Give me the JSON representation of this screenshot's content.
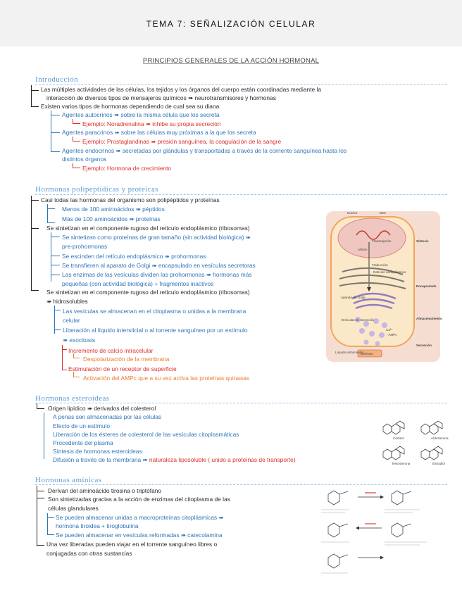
{
  "header": {
    "title": "TEMA 7: SEÑALIZACIÓN CELULAR"
  },
  "subtitle": "PRINCIPIOS GENERALES DE LA ACCIÓN HORMONAL",
  "intro": {
    "heading": "Introducción",
    "l1": "Las múltiples actividades de las células, los tejidos y los órganos del cuerpo están coordinadas mediante la",
    "l2": "interacción de diversos tipos de mensajeros químicos ➠ neurotransmisores y hormonas",
    "l3": "Existen varios tipos de hormonas dependiendo de cual sea su diana",
    "autocrinos": "Agentes autocrinos ➠ sobre la misma célula que los secreta",
    "autocrinos_ex": "Ejemplo: Noradrenalina ➠ inhibe su propia secreción",
    "paracrinos": "Agentes paracrinos ➠ sobre las células muy próximas a la que los secreta",
    "paracrinos_ex": "Ejemplo: Prostaglandinas ➠ presión sanguínea, la coagulación de la sangre",
    "endocrinos1": "Agentes endocrinos ➠ secretadas por glándulas y transportadas a través de la corriente sanguínea hasta los",
    "endocrinos2": "distintos órganos",
    "endocrinos_ex": "Ejemplo: Hormona de crecimiento"
  },
  "poly": {
    "heading": "Hormonas polipeptídicas y proteicas",
    "l1": "Casi todas las hormonas del organismo son polipéptidos y proteínas",
    "l2": "Menos de 100 aminoácidos ➠ péptidos",
    "l3": "Más de 100 aminoácidos ➠ proteínas",
    "l4": "Se sintetizan en el componente rugoso del retículo endoplásmico (ribosomas)",
    "l5": "Se sintetizan como proteínas de gran tamaño (sin actividad biológica) ➠",
    "l6": "pre-prohormonas",
    "l7": "Se escinden del retículo endoplásmico ➠ prohormonas",
    "l8": "Se transfieren al aparato de Golgi ➠ encapsulado en vesículas secretoras",
    "l9": "Las enzimas de las vesículas dividen las prohormonas ➠ hormonas más",
    "l10": "pequeñas (con actividad biológica) + fragmentos inactivos",
    "l11": "Se sintetizan en el componente rugoso del retículo endoplásmico (ribosomas)",
    "l12": "➠ hidrosolubles",
    "l13": "Las vesículas se almacenan en el citoplasma o unidas a la membrana",
    "l14": "celular",
    "l15": "Liberación al líquido intersticial o al torrente sanguíneo por un estímulo",
    "l16": "➠ exocitosis",
    "l17": "Incremento de calcio intracelular",
    "l18": "Despolarización de la membrana",
    "l19": "Estimulación de un receptor de superficie",
    "l20": "Activación del AMPc que a su vez activa las proteínas quinasas"
  },
  "figure": {
    "nucleo": "Núcleo",
    "adn": "ADN",
    "transcripcion": "Transcripción",
    "arnm": "ARNm",
    "traduccion": "Traducción",
    "reticulo": "Retículo endoplásmico",
    "sintesis": "Síntesis",
    "golgi": "Aparato de Golgi",
    "encapsulado": "Encapsulado",
    "vesiculas": "Vesículas de secreción",
    "almacenamiento": "Almacenamiento",
    "ca": "Ca²⁺",
    "ampc": "↑ AMPc",
    "secrecion": "Secreción",
    "liquido": "Líquido extracelular",
    "estimulo": "Estímulo"
  },
  "ster": {
    "heading": "Hormonas esteroideas",
    "l1": "Origen lipídico ➠ derivados del colesterol",
    "l2": "A penas son almacenadas por las células",
    "l3": "Efecto de un estímulo",
    "l4": "Liberación de los ésteres de colesterol de las vesículas citoplasmáticas",
    "l5": "Procedente del plasma",
    "l6": "Síntesis de hormonas esteroideas",
    "l7a": "Difusión a través de la membrana ➠ ",
    "l7b": "naturaleza liposoluble ( unido a proteínas de transporte)",
    "mol1": "Cortisol",
    "mol2": "Aldosterona",
    "mol3": "Testosterona",
    "mol4": "Estradiol"
  },
  "amin": {
    "heading": "Hormonas amínicas",
    "l1": "Derivan del aminoácido tirosina o triptófano",
    "l2": "Son sintetizadas gracias a la acción de enzimas del citoplasma de las",
    "l3": "células glandulares",
    "l4": "Se pueden almacenar unidas a macroproteínas citoplásmicas ➠",
    "l5": "hormona tiroidea + tiroglobulina",
    "l6": "Se pueden almacenar en vesículas reformadas ➠ catecolamina",
    "l7": "Una vez liberadas pueden viajar en el torrente sanguíneo libres o",
    "l8": "conjugadas con otras sustancias"
  }
}
